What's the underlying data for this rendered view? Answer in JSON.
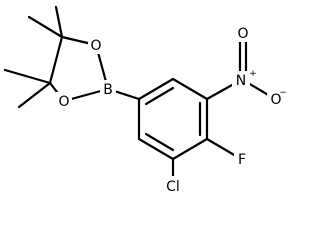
{
  "molecule": {
    "atom_labels": {
      "boron": "B",
      "ring_oxygen_top": "O",
      "ring_oxygen_bottom": "O",
      "nitro_nitrogen": "N",
      "nitro_nitrogen_charge": "+",
      "nitro_oxygen": "O",
      "nitro_oxygen_charge": "−",
      "fluorine": "F",
      "chlorine": "Cl"
    },
    "colors": {
      "ink": "#000000",
      "background": "#ffffff"
    }
  }
}
